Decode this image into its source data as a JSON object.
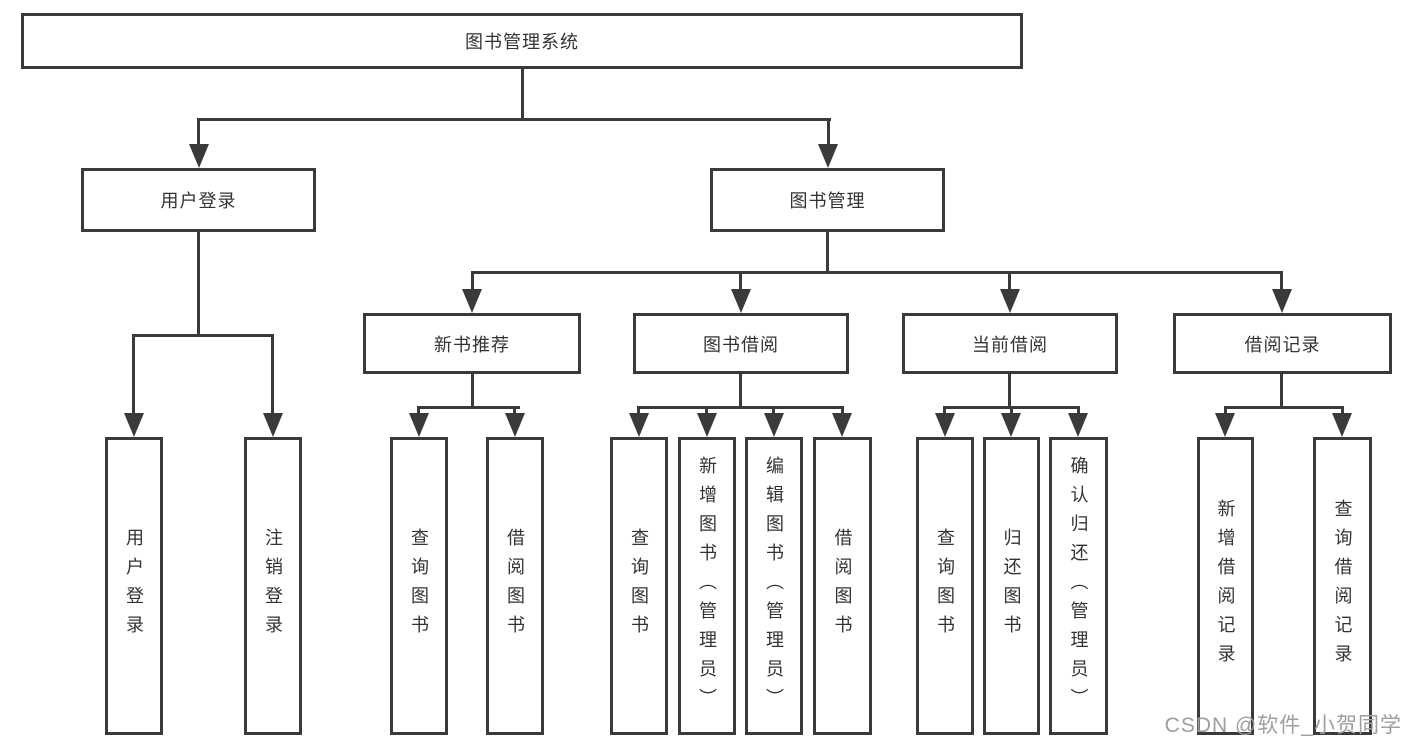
{
  "tree": {
    "label": "图书管理系统",
    "children": [
      {
        "label": "用户登录",
        "children": [
          {
            "label": "用户登录"
          },
          {
            "label": "注销登录"
          }
        ]
      },
      {
        "label": "图书管理",
        "children": [
          {
            "label": "新书推荐",
            "children": [
              {
                "label": "查询图书"
              },
              {
                "label": "借阅图书"
              }
            ]
          },
          {
            "label": "图书借阅",
            "children": [
              {
                "label": "查询图书"
              },
              {
                "label": "新增图书（管理员）"
              },
              {
                "label": "编辑图书（管理员）"
              },
              {
                "label": "借阅图书"
              }
            ]
          },
          {
            "label": "当前借阅",
            "children": [
              {
                "label": "查询图书"
              },
              {
                "label": "归还图书"
              },
              {
                "label": "确认归还（管理员）"
              }
            ]
          },
          {
            "label": "借阅记录",
            "children": [
              {
                "label": "新增借阅记录"
              },
              {
                "label": "查询借阅记录"
              }
            ]
          }
        ]
      }
    ]
  },
  "watermark": {
    "text": "CSDN @软件_小贺同学"
  },
  "colors": {
    "line": "#3a3a3a",
    "text": "#333333",
    "watermark": "#9e9e9e",
    "background": "#ffffff"
  }
}
